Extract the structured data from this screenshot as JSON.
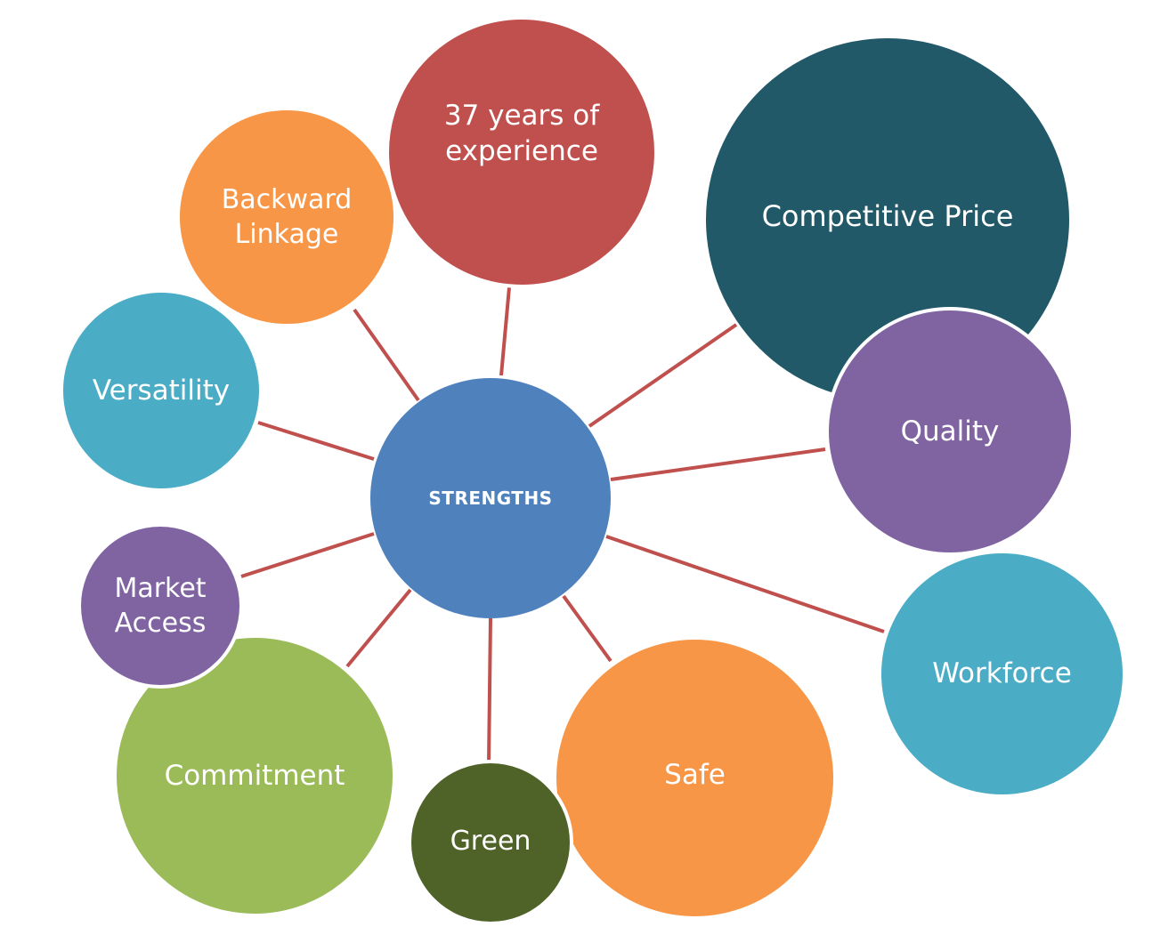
{
  "center": {
    "label": "STRENGTHS",
    "color": "#4f81bd"
  },
  "connector_color": "#c0504d",
  "nodes": [
    {
      "id": "37-years-of-experience",
      "label": "37 years of\nexperience",
      "color": "#c0504d"
    },
    {
      "id": "backward-linkage",
      "label": "Backward\nLinkage",
      "color": "#f79646"
    },
    {
      "id": "versatility",
      "label": "Versatility",
      "color": "#4bacc6"
    },
    {
      "id": "market-access",
      "label": "Market\nAccess",
      "color": "#8064a2"
    },
    {
      "id": "commitment",
      "label": "Commitment",
      "color": "#9bbb59"
    },
    {
      "id": "green",
      "label": "Green",
      "color": "#4f6228"
    },
    {
      "id": "safe",
      "label": "Safe",
      "color": "#f79646"
    },
    {
      "id": "workforce",
      "label": "Workforce",
      "color": "#4bacc6"
    },
    {
      "id": "quality",
      "label": "Quality",
      "color": "#8064a2"
    },
    {
      "id": "competitive-price",
      "label": "Competitive Price",
      "color": "#215968"
    }
  ]
}
